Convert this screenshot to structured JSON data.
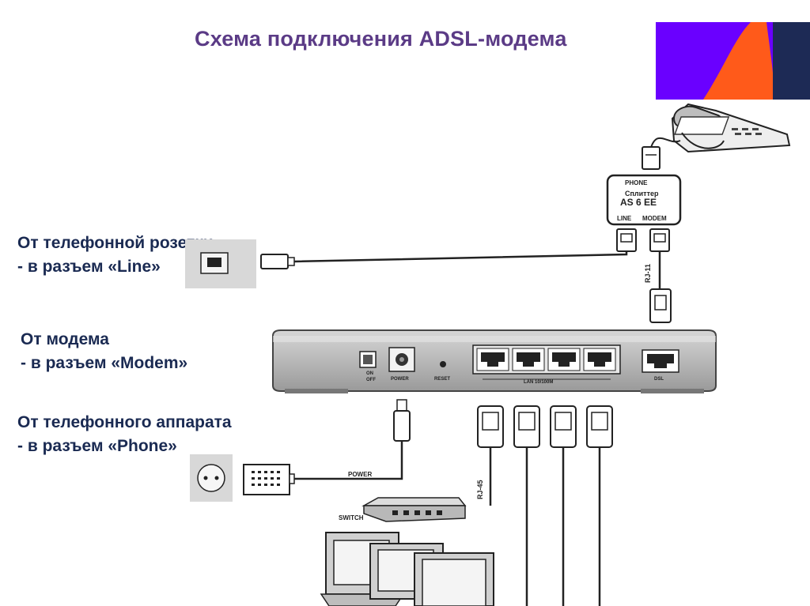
{
  "title": "Схема подключения ADSL-модема",
  "captions": {
    "line": {
      "line1": "От телефонной розетки",
      "line2": "- в разъем «Line»"
    },
    "modem": {
      "line1": "От модема",
      "line2": "- в разъем «Modem»"
    },
    "phone": {
      "line1": "От телефонного аппарата",
      "line2": "- в разъем «Phone»"
    }
  },
  "splitter": {
    "phone_label": "PHONE",
    "name_line1": "Сплиттер",
    "name_line2": "AS 6 EE",
    "line_label": "LINE",
    "modem_label": "MODEM"
  },
  "cable_labels": {
    "rj11": "RJ-11",
    "rj45": "RJ-45",
    "power": "POWER"
  },
  "modem_panel": {
    "on_label": "ON",
    "off_label": "OFF",
    "power_label": "POWER",
    "reset_label": "RESET",
    "lan_label": "LAN 10/100M",
    "dsl_label": "DSL"
  },
  "switch_label": "SWITCH",
  "icons": [
    "telephone-icon",
    "wall-phone-jack-icon",
    "power-socket-icon",
    "power-adapter-icon",
    "switch-icon",
    "computer-icon"
  ],
  "colors": {
    "title": "#5b3b86",
    "captions": "#1a2a52",
    "deco_purple": "#6a00ff",
    "deco_orange": "#ff5a1a",
    "deco_navy": "#1d2a55"
  }
}
